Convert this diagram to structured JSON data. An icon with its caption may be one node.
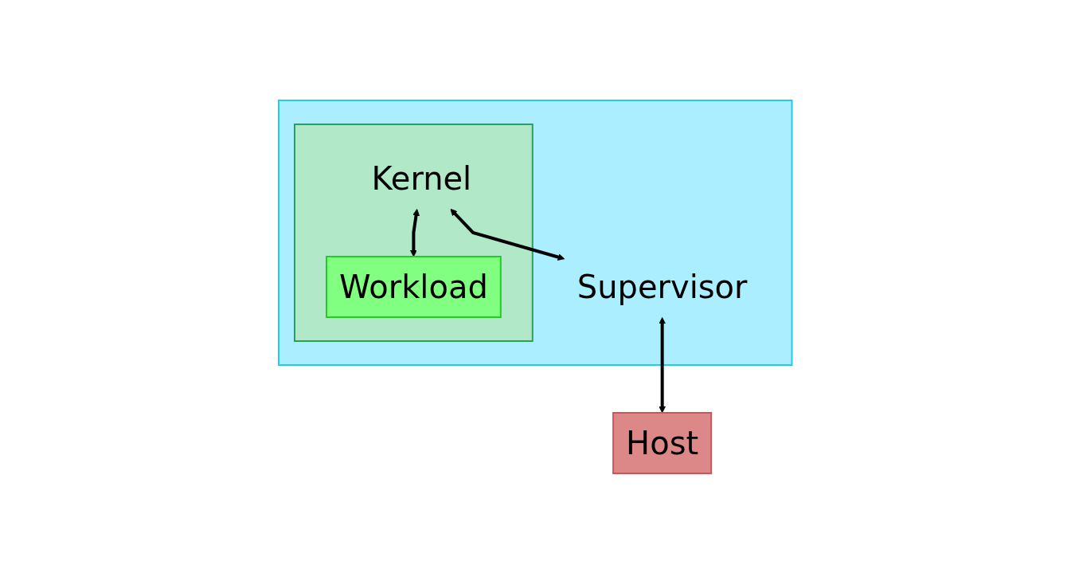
{
  "diagram": {
    "nodes": [
      {
        "text": [],
        "shape": "box"
      },
      {
        "text": [],
        "shape": "box",
        "in": 0
      },
      {
        "text": [
          "Kernel"
        ],
        "in": 1
      },
      {
        "text": [
          "Workload"
        ],
        "in": 1
      },
      {
        "text": [
          "Supervisor"
        ],
        "in": 0
      },
      {
        "text": [
          "Host"
        ]
      }
    ],
    "edges": [
      {
        "from": 2,
        "to": 3,
        "arrow": "both"
      },
      {
        "from": 2,
        "to": 4,
        "arrow": "both"
      },
      {
        "from": 4,
        "to": 5,
        "arrow": "both"
      }
    ]
  }
}
